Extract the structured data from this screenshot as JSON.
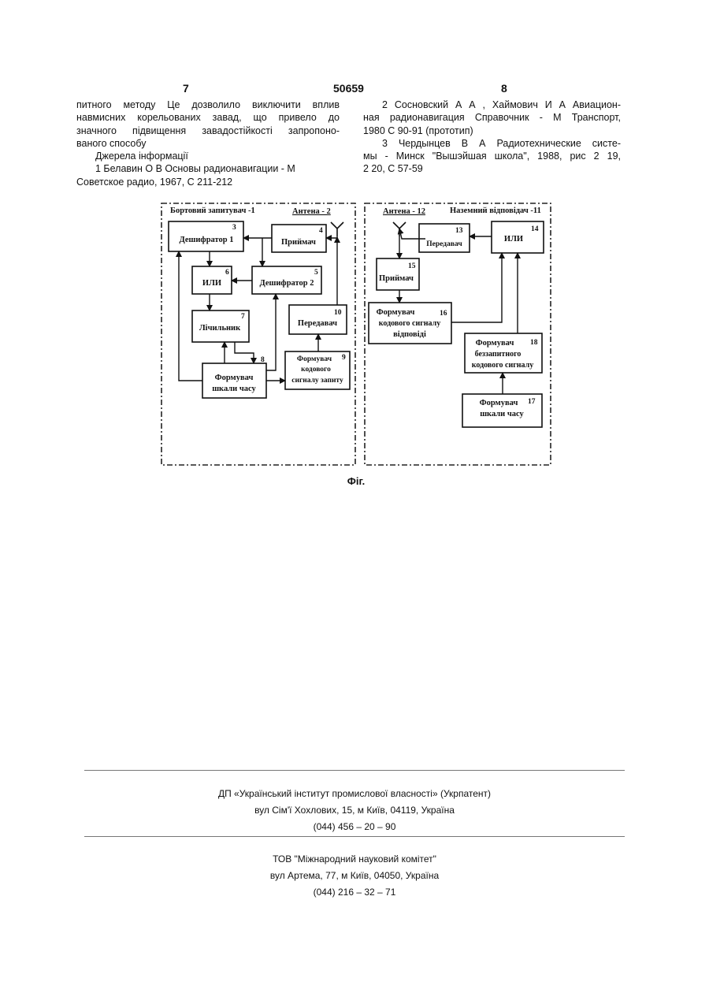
{
  "header": {
    "left_page": "7",
    "patent_number": "50659",
    "right_page": "8"
  },
  "left_column": {
    "para1": [
      "питного методу Це дозволило виключити вплив",
      "навмисних корельованих завад, що привело до",
      "значного підвищення завадостійкості запропоно-",
      "ваного способу"
    ],
    "sources_heading": "Джерела інформації",
    "ref1": [
      "1 Белавин О В Основы радионавигации - М",
      "Советское радио, 1967, С 211-212"
    ]
  },
  "right_column": {
    "ref2": [
      "2 Сосновский А А , Хаймович И А Авиацион-",
      "ная радионавигация Справочник - М Транспорт,",
      "1980 С 90-91 (прототип)"
    ],
    "ref3": [
      "3 Чердынцев В А Радиотехнические систе-",
      "мы - Минск \"Вышэйшая школа\", 1988, рис 2 19,",
      "2 20, С 57-59"
    ]
  },
  "figure": {
    "left_group": "Бортовий запитувач -1",
    "right_group": "Наземний відповідач -11",
    "antenna_left": "Антена - 2",
    "antenna_right": "Антена - 12",
    "b3": {
      "num": "3",
      "label": "Дешифратор 1"
    },
    "b4": {
      "num": "4",
      "label": "Приймач"
    },
    "b5": {
      "num": "5",
      "label": "Дешифратор 2"
    },
    "b6": {
      "num": "6",
      "label": "ИЛИ"
    },
    "b7": {
      "num": "7",
      "label": "Лічильник"
    },
    "b8": {
      "num": "8",
      "line1": "Формувач",
      "line2": "шкали часу"
    },
    "b9": {
      "num": "9",
      "line1": "Формувач",
      "line2": "кодового",
      "line3": "сигналу запиту"
    },
    "b10": {
      "num": "10",
      "label": "Передавач"
    },
    "b13": {
      "num": "13",
      "label": "Передавач"
    },
    "b14": {
      "num": "14",
      "label": "ИЛИ"
    },
    "b15": {
      "num": "15",
      "label": "Приймач"
    },
    "b16": {
      "num": "16",
      "line1": "Формувач",
      "line2": "кодового сигналу",
      "line3": "відповіді"
    },
    "b17": {
      "num": "17",
      "line1": "Формувач",
      "line2": "шкали часу"
    },
    "b18": {
      "num": "18",
      "line1": "Формувач",
      "line2": "беззапитного",
      "line3": "кодового сигналу"
    },
    "caption": "Фіг."
  },
  "footer": {
    "publisher": "ДП «Український інститут промислової власності» (Укрпатент)",
    "publisher_address": "вул Сім'ї Хохлових, 15, м Київ, 04119, Україна",
    "publisher_phone": "(044) 456 – 20 – 90",
    "printer": "ТОВ \"Міжнародний науковий комітет\"",
    "printer_address": "вул Артема, 77, м Київ, 04050, Україна",
    "printer_phone": "(044) 216 – 32 – 71"
  }
}
